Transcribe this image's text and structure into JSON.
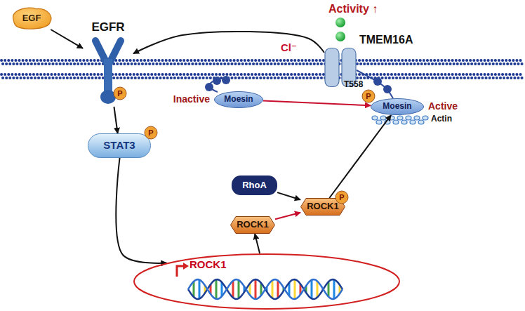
{
  "diagram": {
    "nodes": [
      {
        "text": [
          "EGF"
        ]
      },
      {
        "text": [
          "EGFR"
        ]
      },
      {
        "text": [
          "P"
        ],
        "in": 1
      },
      {
        "text": [
          "STAT3"
        ]
      },
      {
        "text": [
          "P"
        ],
        "in": 3
      },
      {
        "text": [
          "ROCK1"
        ]
      },
      {
        "text": [
          "ROCK1"
        ]
      },
      {
        "text": [
          "RhoA"
        ]
      },
      {
        "text": [
          "ROCK1"
        ]
      },
      {
        "text": [
          "P"
        ],
        "in": 8
      },
      {
        "text": [
          "Inactive",
          "Moesin"
        ]
      },
      {
        "text": [
          "Moesin",
          "Active"
        ]
      },
      {
        "text": [
          "P"
        ],
        "in": 11
      },
      {
        "text": [
          "TMEM16A"
        ]
      }
    ],
    "edges": [
      {
        "from": 0,
        "to": 1,
        "arrow": "to"
      },
      {
        "from": 1,
        "to": 3,
        "arrow": "to"
      },
      {
        "from": 3,
        "to": 5,
        "arrow": "to"
      },
      {
        "from": 5,
        "to": 6,
        "arrow": "to"
      },
      {
        "from": 7,
        "to": 8,
        "arrow": "to"
      },
      {
        "from": 6,
        "to": 8,
        "arrow": "to"
      },
      {
        "from": 8,
        "to": 11,
        "arrow": "to"
      },
      {
        "from": 10,
        "to": 11,
        "arrow": "to"
      },
      {
        "from": 13,
        "to": 1,
        "label": "Cl⁻",
        "arrow": "to"
      }
    ],
    "labels": [
      "Activity ↑",
      "T558",
      "Actin"
    ]
  }
}
